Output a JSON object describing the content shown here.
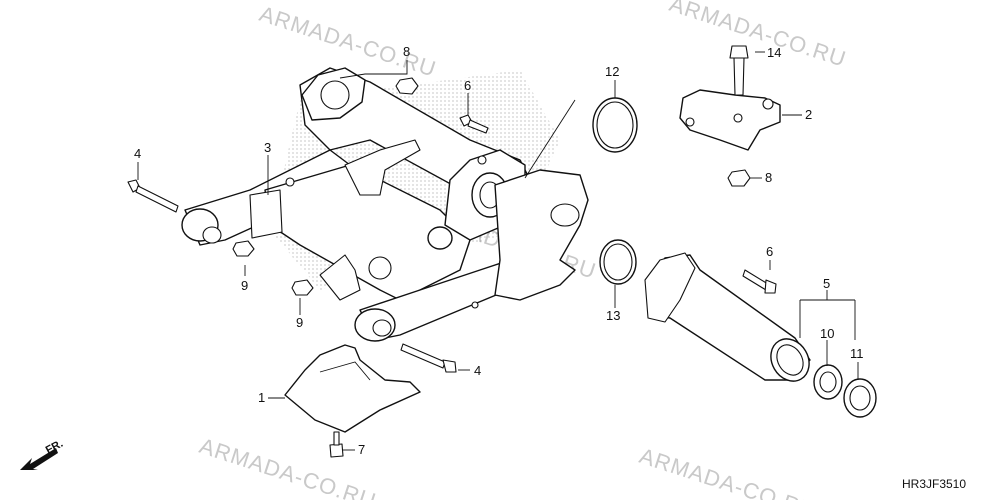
{
  "watermarks": [
    "ARMADA-CO.RU",
    "ARMADA-CO.RU",
    "ARMADA-CO.RU",
    "ARMADA-CO.RU",
    "ARMADA-CO.RU"
  ],
  "diagram_code": "HR3JF3510",
  "front_indicator": "FR.",
  "callouts": [
    {
      "id": "c8a",
      "label": "8"
    },
    {
      "id": "c6a",
      "label": "6"
    },
    {
      "id": "c4a",
      "label": "4"
    },
    {
      "id": "c3",
      "label": "3"
    },
    {
      "id": "c9a",
      "label": "9"
    },
    {
      "id": "c9b",
      "label": "9"
    },
    {
      "id": "c4b",
      "label": "4"
    },
    {
      "id": "c1",
      "label": "1"
    },
    {
      "id": "c7",
      "label": "7"
    },
    {
      "id": "c12",
      "label": "12"
    },
    {
      "id": "c13",
      "label": "13"
    },
    {
      "id": "c14",
      "label": "14"
    },
    {
      "id": "c2",
      "label": "2"
    },
    {
      "id": "c8b",
      "label": "8"
    },
    {
      "id": "c6b",
      "label": "6"
    },
    {
      "id": "c5",
      "label": "5"
    },
    {
      "id": "c10",
      "label": "10"
    },
    {
      "id": "c11",
      "label": "11"
    }
  ]
}
